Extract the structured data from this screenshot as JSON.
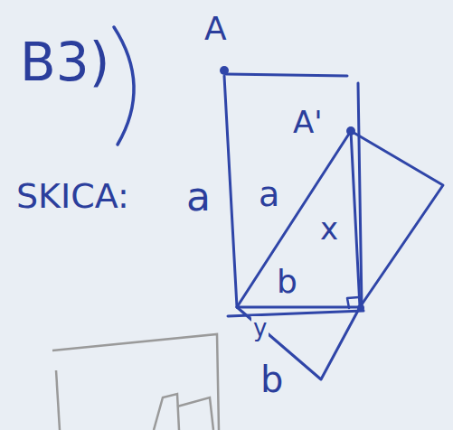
{
  "diagram": {
    "labels": [
      "B3)",
      "A",
      "SKICA:",
      "a",
      "A'",
      "a",
      "x",
      "b",
      "y",
      "b"
    ]
  }
}
